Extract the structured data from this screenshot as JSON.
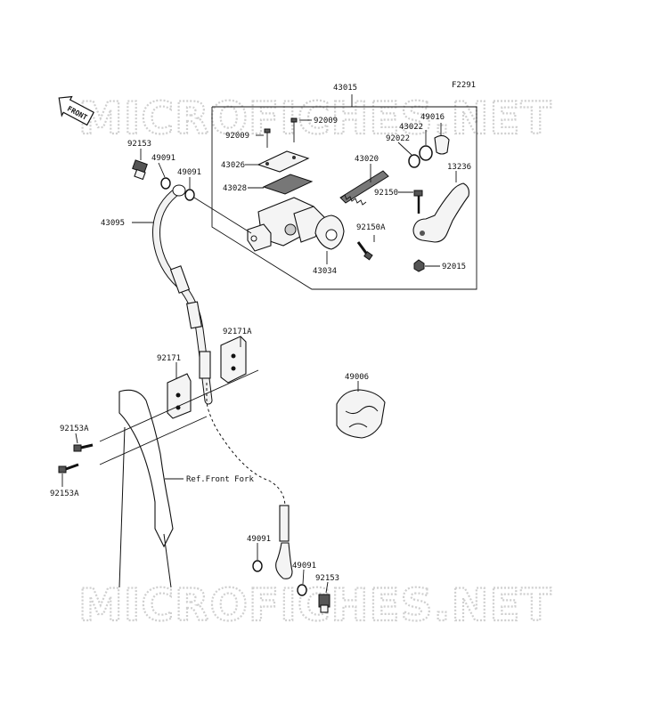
{
  "diagram_code": "F2291",
  "front_arrow": "FRONT",
  "reference_note": "Ref.Front Fork",
  "watermark": "MICROFICHES.NET",
  "callouts": {
    "c43015": "43015",
    "c92009a": "92009",
    "c92009b": "92009",
    "c49016": "49016",
    "c43022": "43022",
    "c92022": "92022",
    "c92153_top": "92153",
    "c49091_a": "49091",
    "c49091_b": "49091",
    "c43026": "43026",
    "c43028": "43028",
    "c43020": "43020",
    "c13236": "13236",
    "c92150": "92150",
    "c92150A": "92150A",
    "c43034": "43034",
    "c92015": "92015",
    "c43095": "43095",
    "c92171A": "92171A",
    "c92171": "92171",
    "c49006": "49006",
    "c92153A_a": "92153A",
    "c92153A_b": "92153A",
    "c49091_c": "49091",
    "c49091_d": "49091",
    "c92153_bottom": "92153"
  }
}
